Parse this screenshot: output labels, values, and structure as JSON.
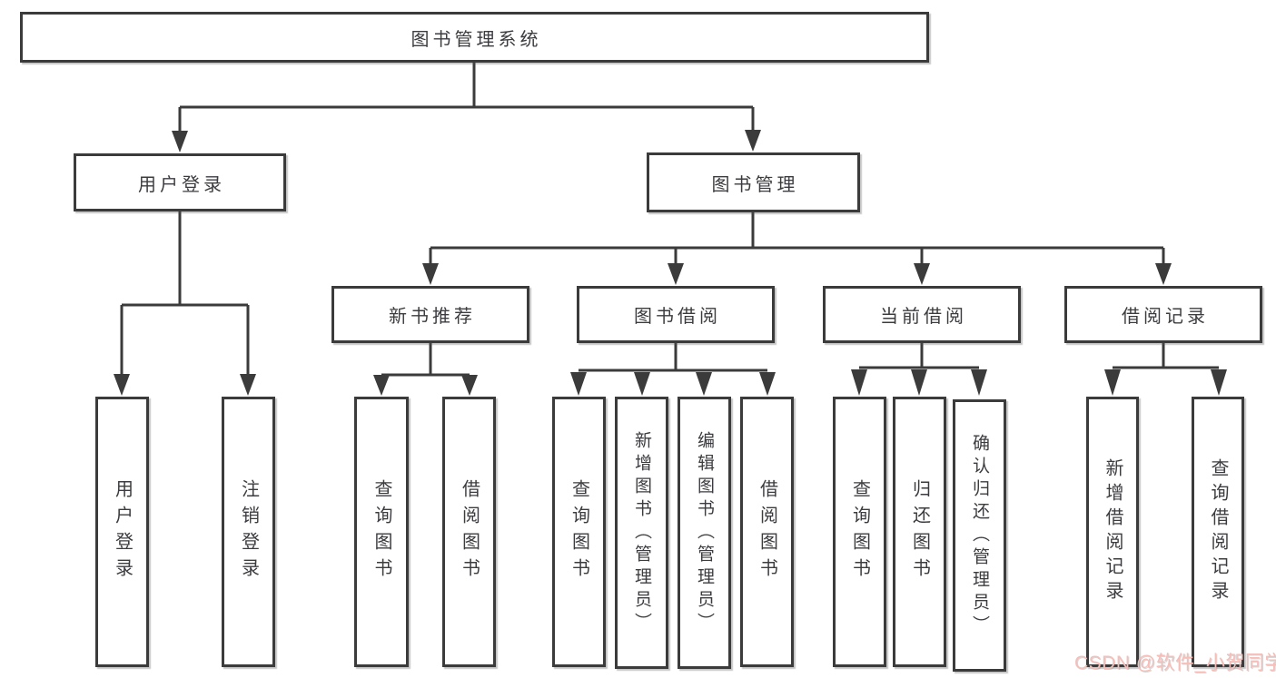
{
  "diagram": {
    "type": "hierarchy-tree",
    "levels": 4
  },
  "colors": {
    "line": "#3b3b3b",
    "border": "#3b3b3b",
    "text": "#3c3c40",
    "box_bg": "#ffffff",
    "watermark": "#f6beb9"
  },
  "nodes": {
    "root": "图书管理系统",
    "user_login": "用户登录",
    "book_mgmt": "图书管理",
    "new_book_rec": "新书推荐",
    "book_borrow": "图书借阅",
    "current_borrow": "当前借阅",
    "borrow_records": "借阅记录",
    "ul_user_login": "用户登录",
    "ul_logout": "注销登录",
    "nbr_query_book": "查询图书",
    "nbr_borrow_book": "借阅图书",
    "bb_query_book": "查询图书",
    "bb_add_book": "新增图书（管理员）",
    "bb_edit_book": "编辑图书（管理员）",
    "bb_borrow_book": "借阅图书",
    "cb_query_book": "查询图书",
    "cb_return_book": "归还图书",
    "cb_confirm_return": "确认归还（管理员）",
    "br_add_record": "新增借阅记录",
    "br_query_record": "查询借阅记录"
  },
  "watermark": {
    "text": "CSDN @软件_小贺同学"
  }
}
